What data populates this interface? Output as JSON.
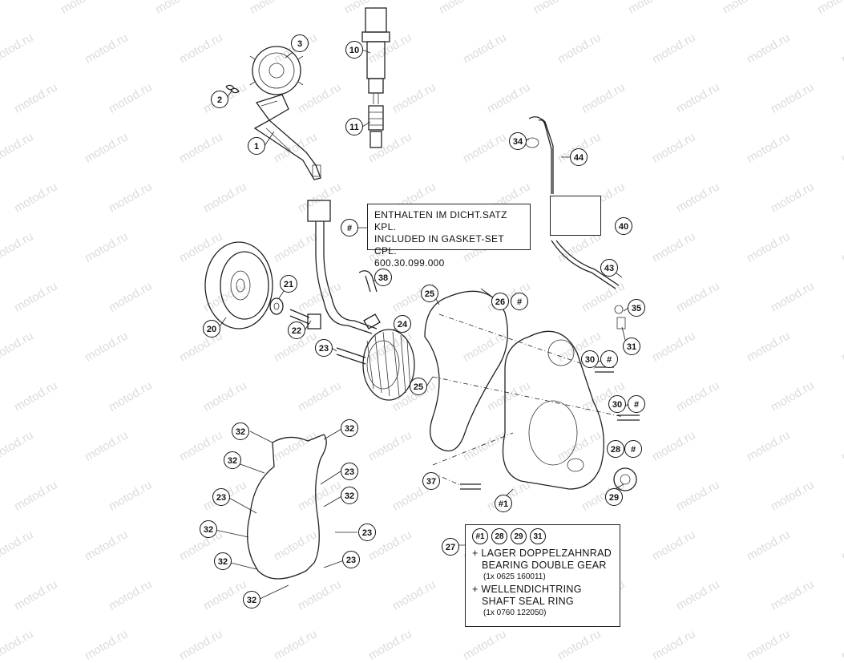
{
  "watermark_text": "motod.ru",
  "callouts": [
    "1",
    "2",
    "3",
    "10",
    "11",
    "34",
    "44",
    "35",
    "40",
    "43",
    "35",
    "31",
    "38",
    "21",
    "20",
    "22",
    "23",
    "24",
    "25",
    "26",
    "25",
    "30",
    "30",
    "28",
    "29",
    "37",
    "#1",
    "32",
    "32",
    "32",
    "23",
    "23",
    "32",
    "23",
    "32",
    "32",
    "23",
    "32"
  ],
  "note_gasket": {
    "ref": "#",
    "lines": [
      "ENTHALTEN IM DICHT.SATZ KPL.",
      "INCLUDED IN GASKET-SET CPL.",
      "600.30.099.000"
    ]
  },
  "hash_marks": [
    "#",
    "#",
    "#",
    "#"
  ],
  "note_kit": {
    "ref": "27",
    "refs": [
      "#1",
      "28",
      "29",
      "31"
    ],
    "line1": "+ LAGER DOPPELZAHNRAD",
    "line2": "BEARING DOUBLE GEAR",
    "line3": "(1x 0625 160011)",
    "line4": "+ WELLENDICHTRING",
    "line5": "SHAFT SEAL RING",
    "line6": "(1x 0760 122050)"
  }
}
